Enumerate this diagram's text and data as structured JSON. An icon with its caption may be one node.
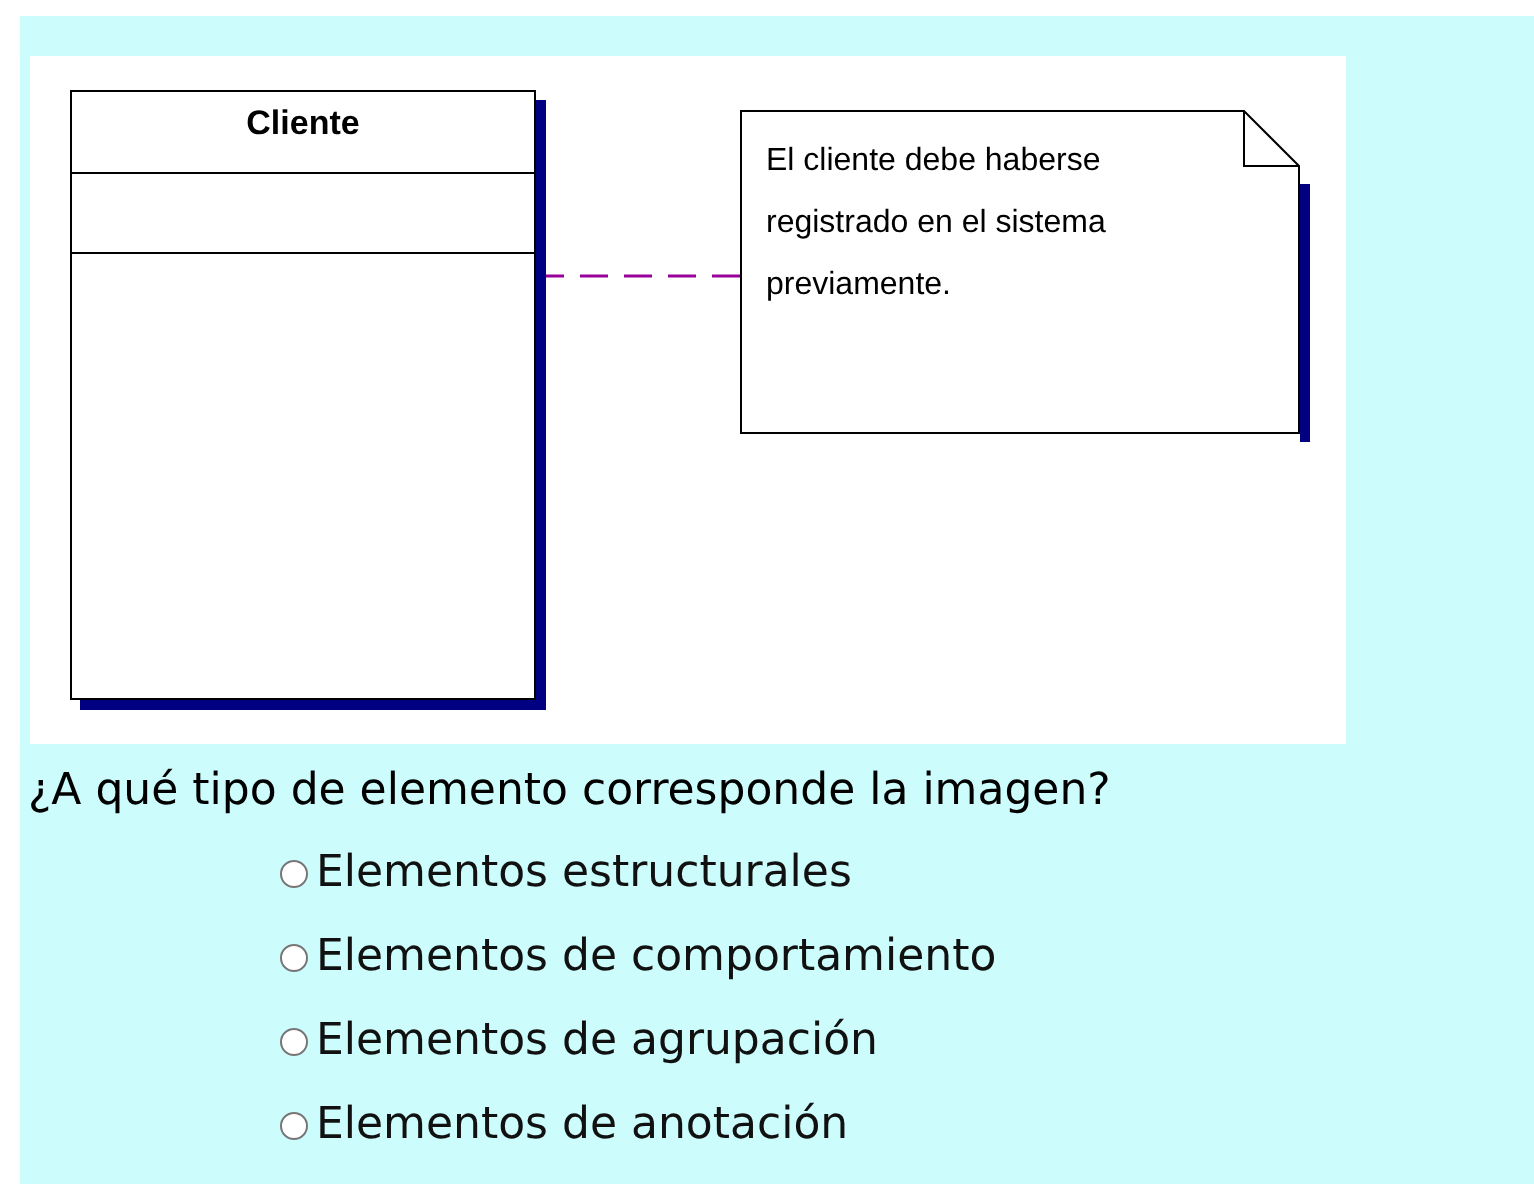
{
  "diagram": {
    "nodes": [
      {
        "text": [
          "Cliente"
        ]
      },
      {
        "text": [
          "El cliente debe haberse registrado en el sistema previamente."
        ]
      }
    ],
    "edges": [
      {
        "from": 1,
        "to": 0,
        "arrow": "none",
        "style": "dashed",
        "color": "#990099"
      }
    ],
    "labels": [
      "¿A qué tipo de elemento corresponde la imagen?",
      "Elementos estructurales",
      "Elementos de comportamiento",
      "Elementos de agrupación",
      "Elementos de anotación"
    ]
  }
}
